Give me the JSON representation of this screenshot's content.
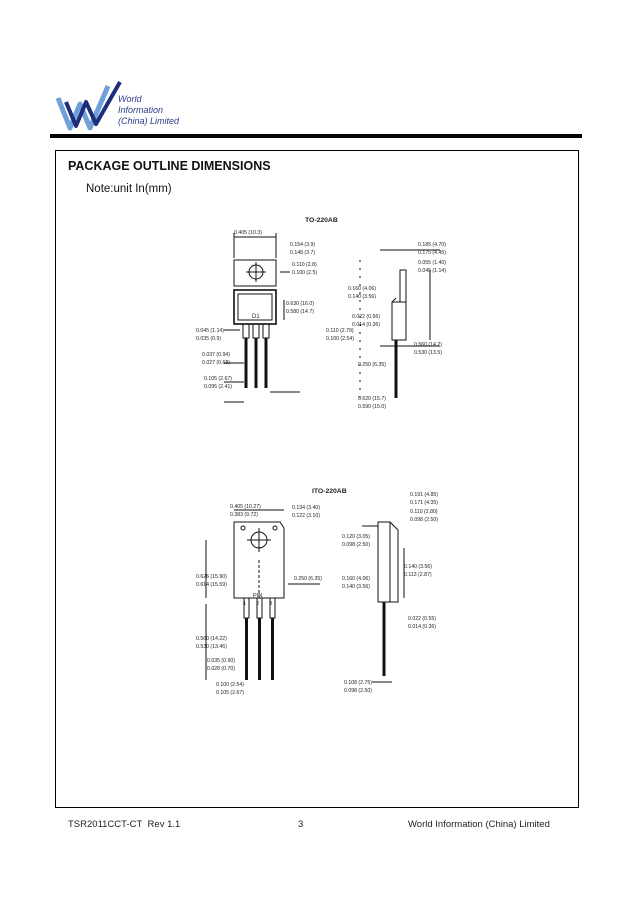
{
  "logo": {
    "line1": "World",
    "line2": "Information",
    "line3": "(China) Limited",
    "icon": "wi-logo-icon",
    "colors": {
      "dark": "#1d2d7a",
      "light": "#6fa0d8"
    }
  },
  "section": {
    "title": "PACKAGE OUTLINE DIMENSIONS",
    "note": "Note:unit In(mm)"
  },
  "packages": [
    {
      "name": "TO-220AB",
      "pins": [],
      "front_label": "D1",
      "dims_left": [
        "0.405 (10.3)",
        "0.154 (3.9)",
        "0.148 (3.7)",
        "0.110 (2.8)",
        "0.100 (2.5)",
        "0.630 (16.0)",
        "0.580 (14.7)",
        "0.045 (1.14)",
        "0.035 (0.9)",
        "0.037 (0.94)",
        "0.027 (0.68)",
        "0.105 (2.67)",
        "0.095 (2.41)"
      ],
      "dims_right": [
        "0.185 (4.70)",
        "0.175 (4.45)",
        "0.055 (1.40)",
        "0.045 (1.14)",
        "0.160 (4.06)",
        "0.140 (3.56)",
        "0.022 (0.56)",
        "0.014 (0.36)",
        "0.110 (2.79)",
        "0.100 (2.54)",
        "0.560 (14.2)",
        "0.530 (13.5)",
        "0.250 (6.35)",
        "0.620 (15.7)",
        "0.590 (15.0)"
      ]
    },
    {
      "name": "ITO-220AB",
      "pins": [
        "1",
        "2",
        "3"
      ],
      "front_label": "PIN",
      "dims_left": [
        "0.405 (10.27)",
        "0.383 (9.72)",
        "0.134 (3.40)",
        "0.122 (3.10)",
        "0.626 (15.90)",
        "0.614 (15.59)",
        "0.560 (14.22)",
        "0.530 (13.46)",
        "0.035 (0.90)",
        "0.028 (0.70)",
        "0.100 (2.54)",
        "0.105 (2.67)"
      ],
      "dims_right": [
        "0.191 (4.85)",
        "0.171 (4.35)",
        "0.110 (2.80)",
        "0.098 (2.50)",
        "0.120 (3.05)",
        "0.098 (2.50)",
        "0.140 (3.56)",
        "0.113 (2.87)",
        "0.250 (6.35)",
        "0.160 (4.06)",
        "0.140 (3.56)",
        "0.022 (0.55)",
        "0.014 (0.36)",
        "0.108 (2.75)",
        "0.098 (2.50)"
      ]
    }
  ],
  "footer": {
    "doc_id": "TSR2011CCT-CT",
    "rev": "Rev 1.1",
    "page": "3",
    "company": "World Information (China) Limited"
  }
}
